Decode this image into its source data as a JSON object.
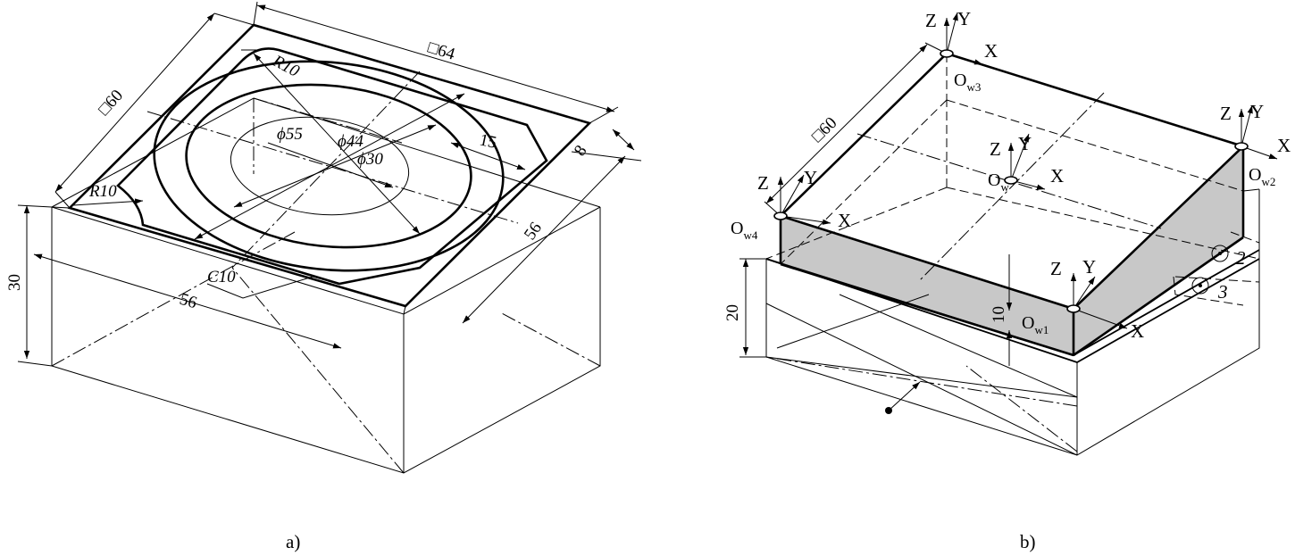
{
  "figure_a": {
    "caption": "a)",
    "dims": {
      "square_60": "□60",
      "square_64": "□64",
      "r10_top": "R10",
      "r10_left": "R10",
      "phi55": "ϕ55",
      "phi44": "ϕ44",
      "phi30": "ϕ30",
      "d15": "15",
      "d8": "8",
      "d56_right": "56",
      "d56_front": "56",
      "c10": "C10",
      "d30": "30"
    }
  },
  "figure_b": {
    "caption": "b)",
    "dims": {
      "square_60": "□60",
      "d20": "20",
      "d10": "10"
    },
    "axes": {
      "z": "Z",
      "y": "Y",
      "x": "X"
    },
    "origins": {
      "o_letter": "O",
      "w3": "w3",
      "w2": "w2",
      "w": "w",
      "w4": "w4",
      "w1": "w1"
    },
    "markers": {
      "m2": "2",
      "m3": "3"
    },
    "colors": {
      "side_fill": "#c8c8c8"
    }
  }
}
